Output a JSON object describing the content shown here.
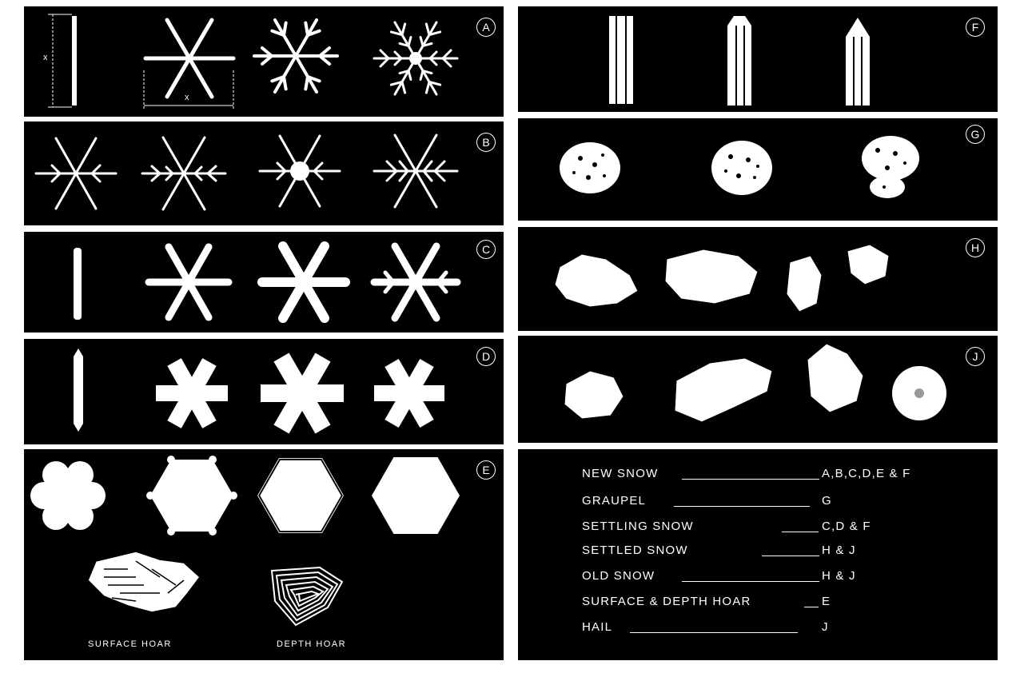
{
  "panels": {
    "a": {
      "label": "A",
      "axis_label": "x"
    },
    "b": {
      "label": "B"
    },
    "c": {
      "label": "C"
    },
    "d": {
      "label": "D"
    },
    "e": {
      "label": "E",
      "captions": [
        "SURFACE HOAR",
        "DEPTH HOAR"
      ]
    },
    "f": {
      "label": "F"
    },
    "g": {
      "label": "G"
    },
    "h": {
      "label": "H"
    },
    "j": {
      "label": "J"
    }
  },
  "legend": [
    {
      "term": "NEW SNOW",
      "code": "A,B,C,D,E & F"
    },
    {
      "term": "GRAUPEL",
      "code": "G"
    },
    {
      "term": "SETTLING SNOW",
      "code": "C,D & F"
    },
    {
      "term": "SETTLED SNOW",
      "code": "H & J"
    },
    {
      "term": "OLD SNOW",
      "code": "H & J"
    },
    {
      "term": "SURFACE & DEPTH HOAR",
      "code": "E"
    },
    {
      "term": "HAIL",
      "code": "J"
    }
  ],
  "colors": {
    "background": "#000000",
    "foreground": "#ffffff",
    "frame": "#ffffff"
  }
}
